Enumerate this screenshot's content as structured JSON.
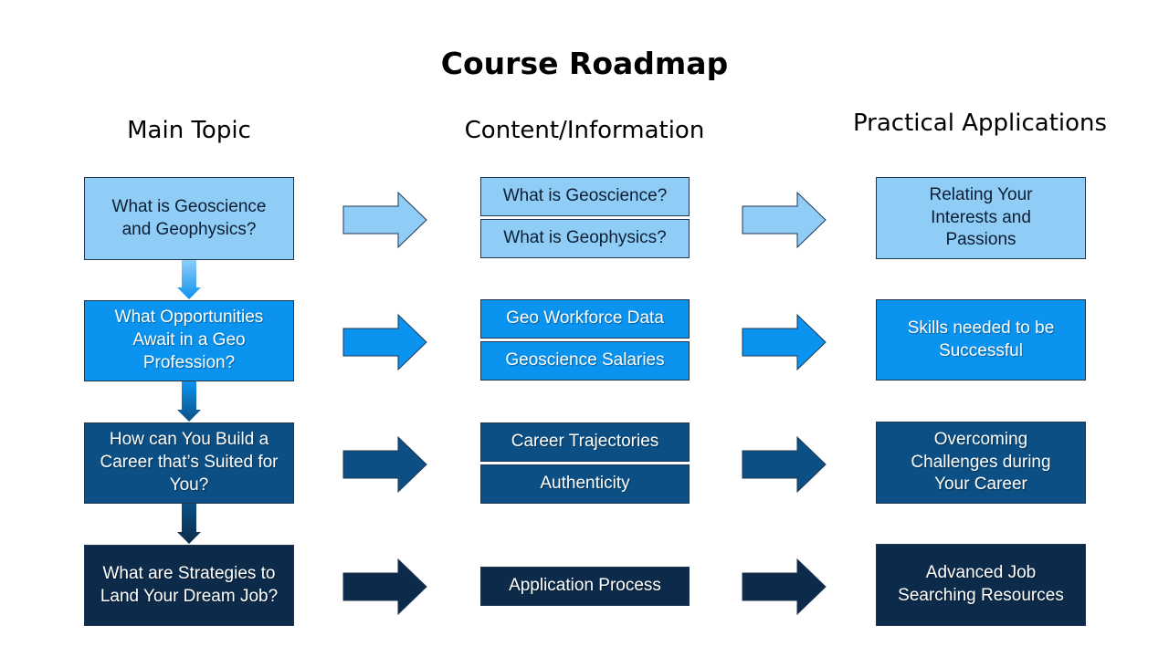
{
  "title": "Course Roadmap",
  "columns": {
    "main": "Main Topic",
    "content": "Content/Information",
    "practical": "Practical Applications"
  },
  "rows": [
    {
      "topic": "What is Geoscience and Geophysics?",
      "content": [
        "What is Geoscience?",
        "What is Geophysics?"
      ],
      "practical": "Relating Your Interests and Passions"
    },
    {
      "topic": "What Opportunities Await in a Geo Profession?",
      "content": [
        "Geo Workforce Data",
        "Geoscience Salaries"
      ],
      "practical": "Skills needed to be Successful"
    },
    {
      "topic": "How can You Build a Career that’s Suited for You?",
      "content": [
        "Career Trajectories",
        "Authenticity"
      ],
      "practical": "Overcoming Challenges during Your Career"
    },
    {
      "topic": "What are Strategies to Land Your Dream Job?",
      "content": [
        "Application Process"
      ],
      "practical": "Advanced Job Searching Resources"
    }
  ],
  "colors": {
    "level0": "#8fcdf7",
    "level1": "#0b93f0",
    "level2": "#0b4f84",
    "level3": "#0c2b4b"
  }
}
